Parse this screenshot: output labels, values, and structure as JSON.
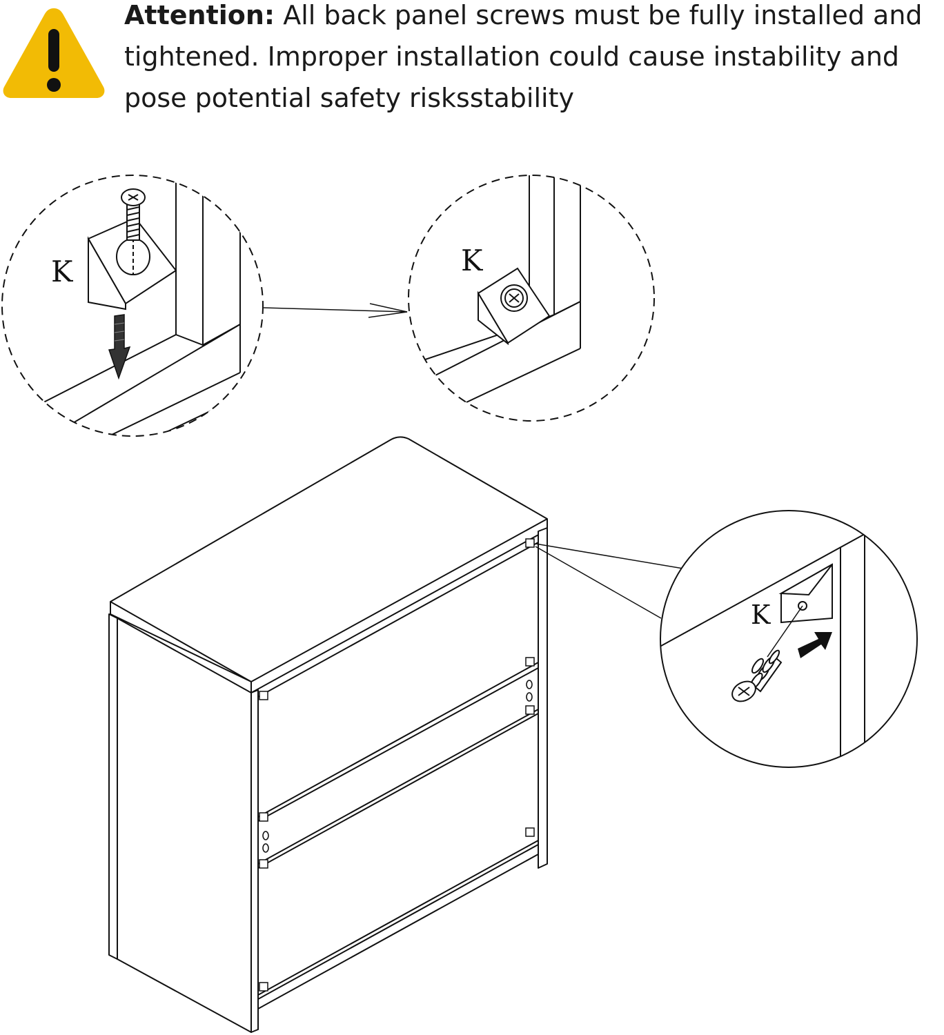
{
  "warning": {
    "icon": "warning-triangle-icon",
    "icon_color": "#F2BB05",
    "title": "Attention:",
    "body": "All back panel screws must be fully installed and tightened. Improper installation could cause instability and pose potential safety risksstability"
  },
  "labels": {
    "detail_1_part": "K",
    "detail_2_part": "K",
    "detail_3_part": "K"
  }
}
